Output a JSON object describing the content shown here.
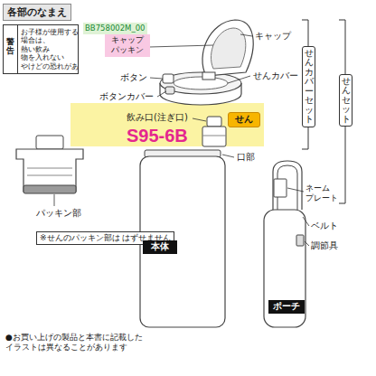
{
  "diagram": {
    "title": "各部のなまえ",
    "nodes": [
      {
        "text": [
          "警告",
          "お子様が使用する 場合は、熱い飲み 物を入れない やけどの恐れがあ"
        ]
      },
      {
        "text": [
          "せん"
        ]
      },
      {
        "text": [
          "※せんのパッキン部は はずせません"
        ]
      },
      {
        "text": [
          "本体"
        ]
      },
      {
        "text": [
          "ポーチ"
        ]
      },
      {
        "text": [
          "せんカバーセット"
        ]
      },
      {
        "text": [
          "せんセット"
        ]
      }
    ],
    "labels": [
      "BB758002M_00",
      "キャップ パッキン",
      "キャップ",
      "せんカバー",
      "ボタン",
      "ボタンカバー",
      "飲み口(注ぎ口)",
      "S95-6B",
      "口部",
      "パッキン部",
      "ネーム プレート",
      "ベルト",
      "調節具",
      "●お買い上げの製品と本書に記載した イラストは異なることがあります"
    ]
  }
}
